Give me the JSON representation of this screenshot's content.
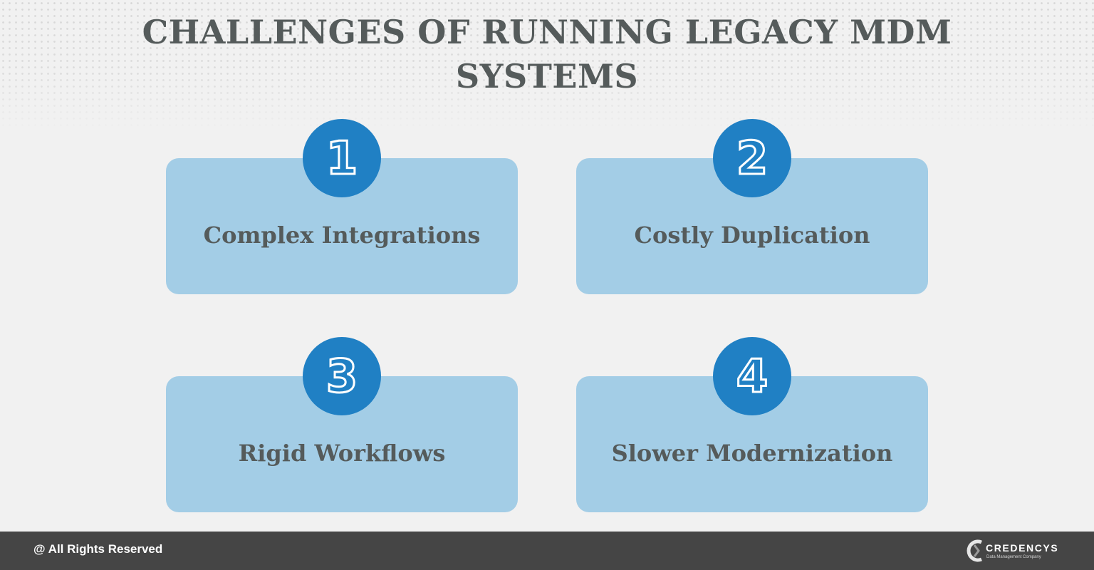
{
  "title": {
    "line1": "CHALLENGES OF RUNNING LEGACY MDM",
    "line2": "SYSTEMS"
  },
  "challenges": [
    {
      "number": "1",
      "label": "Complex Integrations"
    },
    {
      "number": "2",
      "label": "Costly Duplication"
    },
    {
      "number": "3",
      "label": "Rigid Workflows"
    },
    {
      "number": "4",
      "label": "Slower Modernization"
    }
  ],
  "footer": {
    "rights": "@ All Rights Reserved",
    "brand_name": "CREDENCYS",
    "brand_tagline": "Data Management Company"
  },
  "colors": {
    "background": "#f1f1f1",
    "card": "#a3cde6",
    "badge": "#2080c4",
    "text": "#555b5b",
    "footer": "#454545"
  },
  "icons": {
    "brand_logo": "credencys-c-logo-icon"
  }
}
